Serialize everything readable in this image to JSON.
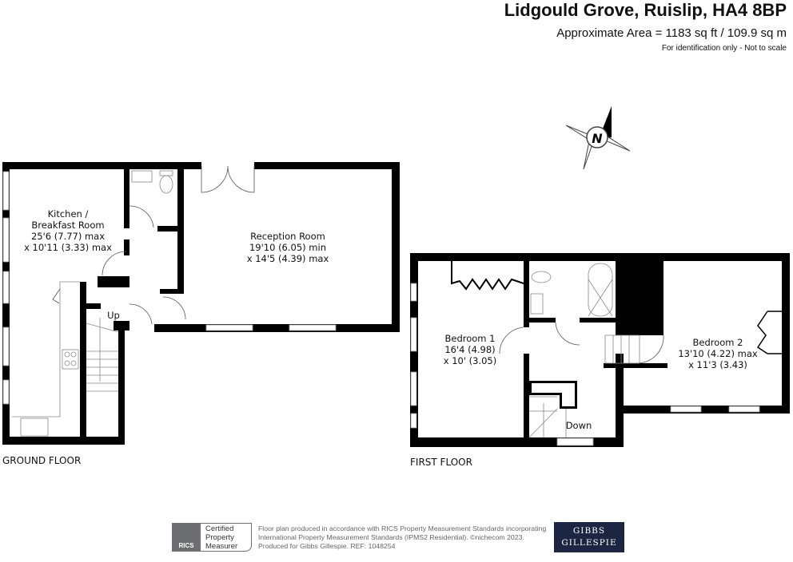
{
  "header": {
    "title": "Lidgould Grove, Ruislip, HA4 8BP",
    "area": "Approximate Area = 1183 sq ft / 109.9 sq m",
    "note": "For identification only - Not to scale"
  },
  "compass": {
    "label": "N"
  },
  "ground_floor": {
    "label": "GROUND FLOOR",
    "rooms": [
      {
        "name": "Kitchen /",
        "name2": "Breakfast Room",
        "dim1": "25'6 (7.77) max",
        "dim2": "x 10'11 (3.33) max"
      },
      {
        "name": "Reception Room",
        "dim1": "19'10 (6.05) min",
        "dim2": "x 14'5 (4.39) max"
      }
    ],
    "stairs_label": "Up"
  },
  "first_floor": {
    "label": "FIRST FLOOR",
    "rooms": [
      {
        "name": "Bedroom 1",
        "dim1": "16'4 (4.98)",
        "dim2": "x 10' (3.05)"
      },
      {
        "name": "Bedroom 2",
        "dim1": "13'10 (4.22) max",
        "dim2": "x 11'3 (3.43)"
      }
    ],
    "stairs_label": "Down"
  },
  "footer": {
    "rics": "RICS",
    "certified": [
      "Certified",
      "Property",
      "Measurer"
    ],
    "text": [
      "Floor plan produced in accordance with RICS Property Measurement Standards incorporating",
      "International Property Measurement Standards (IPMS2 Residential).   ©nichecom 2023.",
      "Produced for Gibbs Gillespie.   REF:  1048254"
    ],
    "brand": [
      "GIBBS",
      "GILLESPIE"
    ]
  }
}
